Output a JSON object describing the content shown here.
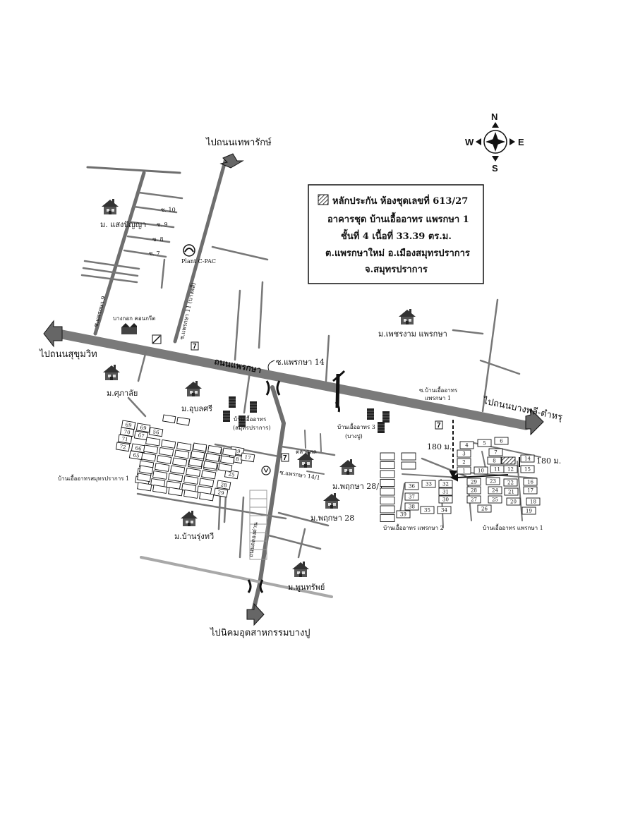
{
  "legend": {
    "lines": [
      "หลักประกัน ห้องชุดเลขที่ 613/27",
      "อาคารชุด บ้านเอื้ออาทร แพรกษา 1",
      "ชั้นที่ 4 เนื้อที่ 33.39 ตร.ม.",
      "ต.แพรกษาใหม่  อ.เมืองสมุทรปราการ",
      "จ.สมุทรปราการ"
    ]
  },
  "compass": {
    "n": "N",
    "s": "S",
    "e": "E",
    "w": "W"
  },
  "directions": {
    "to_thepharak": "ไปถนนเทพารักษ์",
    "to_sukhumvit": "ไปถนนสุขุมวิท",
    "to_bangphli": "ไปถนนบางพลี-ตำหรุ",
    "to_bangpoo": "ไปนิคมอุตสาหกรรมบางปู"
  },
  "roads": {
    "main": "ถนนแพรกษา",
    "soi_praeksa14": "ซ.แพรกษา 14",
    "soi_praeksa14_1": "ซ.แพรกษา 14/1",
    "soi_praeksa9": "ซ.แพรกษา 9",
    "soi_praeksa11": "ซ.แพรกษา 11 (บางพลี)",
    "soi_ua_a": "ซ.บ้านเอื้ออาทร",
    "soi_ua_b": "แพรกษา 1",
    "soi10": "ซ. 10",
    "soi9": "ซ. 9",
    "soi8": "ซ. 8",
    "soi7": "ซ. 7",
    "vertical_road": "ถนนคลองด่าน"
  },
  "places": {
    "saengpanya": "ม. แสงปัญญา",
    "plant_cpac": "Plant C-PAC",
    "bangkok_concrete": "บางกอก คอนกรีต",
    "phetcharam": "ม.เพชรงาม แพรกษา",
    "sukalai": "ม.ศุภาลัย",
    "ubonsri": "ม.อุบลศรี",
    "ua_samut_a": "บ้านเอื้ออาทร",
    "ua_samut_b": "(สมุทรปราการ)",
    "ua3_a": "บ้านเอื้ออาทร 3",
    "ua3_b": "(บางปู)",
    "talad": "ตลาดสด",
    "phrueksa28_1": "ม.พฤกษา 28/1",
    "phrueksa28": "ม.พฤกษา 28",
    "banrungthawi": "ม.บ้านรุ่งทวี",
    "phoonsap": "ม.พูนทรัพย์",
    "ua_samut1": "บ้านเอื้ออาทรสมุทรปราการ 1",
    "ua_praeksa2": "บ้านเอื้ออาทร แพรกษา 2",
    "ua_praeksa1": "บ้านเอื้ออาทร แพรกษา 1"
  },
  "distances": {
    "d1": "180 ม.",
    "d2": "180 ม."
  },
  "lots": {
    "samut1": [
      "69",
      "70",
      "71",
      "72",
      "69",
      "67",
      "56",
      "66",
      "65",
      "19",
      "18",
      "17",
      "25",
      "28",
      "29"
    ],
    "praeksa2": [
      "36",
      "33",
      "32",
      "31",
      "30",
      "37",
      "38",
      "35",
      "34",
      "39"
    ],
    "praeksa1": [
      "4",
      "5",
      "6",
      "7",
      "3",
      "2",
      "1",
      "8",
      "10",
      "11",
      "12",
      "14",
      "15",
      "29",
      "23",
      "22",
      "16",
      "28",
      "24",
      "21",
      "17",
      "27",
      "25",
      "20",
      "18",
      "26",
      "19"
    ]
  },
  "colors": {
    "road": "#7a7a7a",
    "road_dark": "#555555",
    "ink": "#111111"
  }
}
